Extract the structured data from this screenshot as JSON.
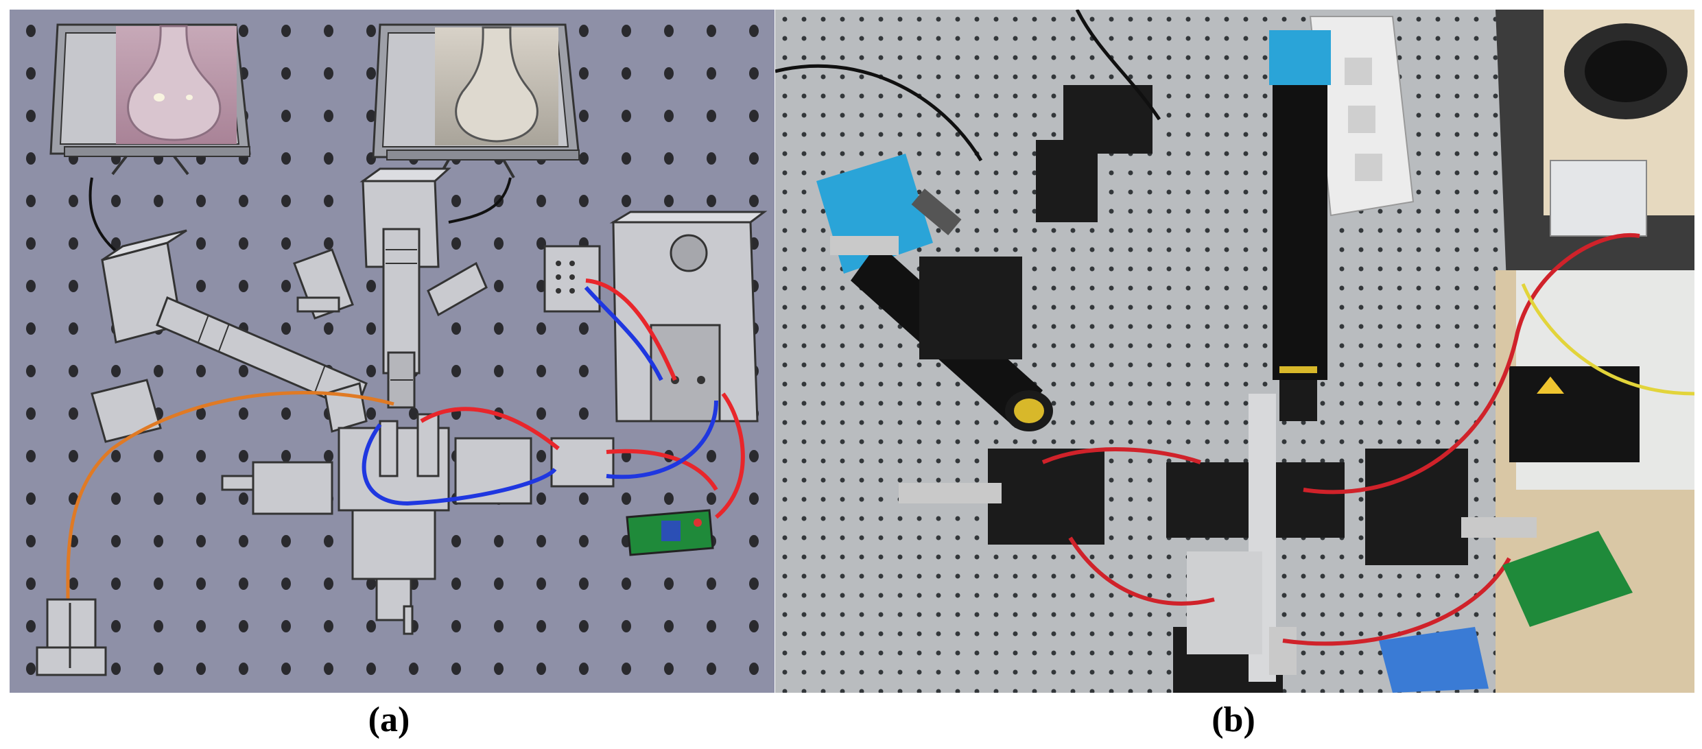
{
  "figure": {
    "panels": [
      {
        "id": "a",
        "label": "(a)"
      },
      {
        "id": "b",
        "label": "(b)"
      }
    ]
  },
  "colors": {
    "table_cad": "#8e90a7",
    "hole": "#2a2a2e",
    "cad_part": "#c9cacf",
    "cable_red": "#e8262b",
    "cable_blue": "#1f37e0",
    "cable_orange": "#e07a24",
    "camera_blue": "#2aa4d8",
    "breadboard": "#b9bcbf",
    "pcb_green": "#1f8a3a"
  }
}
